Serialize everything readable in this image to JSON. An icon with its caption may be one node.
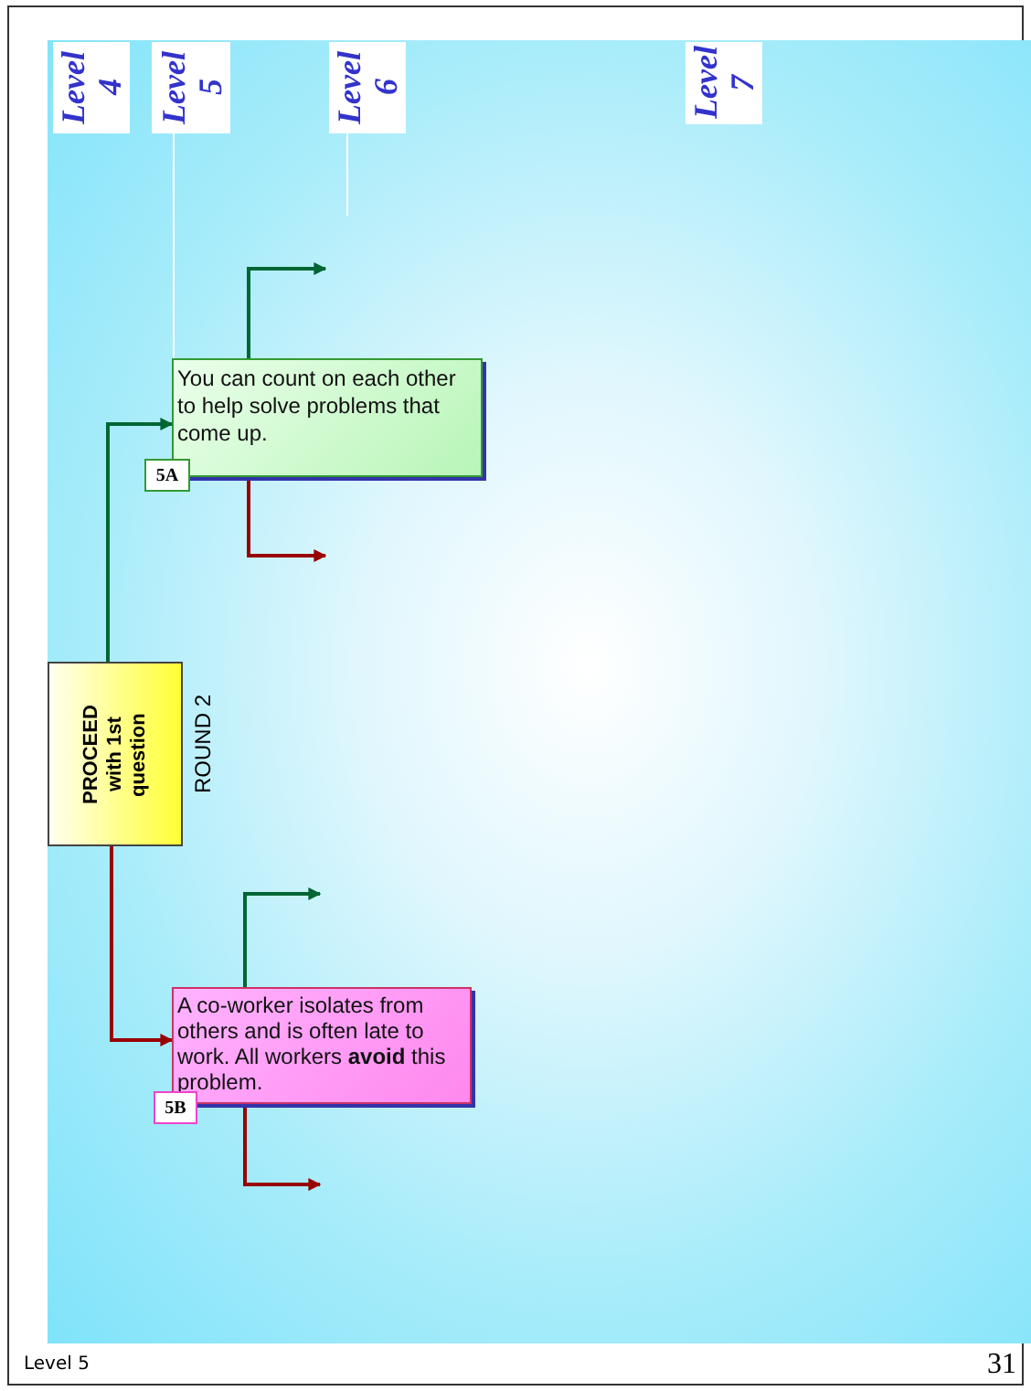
{
  "diagram": {
    "nodes": [
      {
        "text": [
          "Level 4"
        ]
      },
      {
        "text": [
          "Level 5"
        ]
      },
      {
        "text": [
          "Level 6"
        ]
      },
      {
        "text": [
          "Level 7"
        ]
      },
      {
        "text": [
          "You can count on each other to help solve problems that come up."
        ]
      },
      {
        "text": [
          "5A"
        ]
      },
      {
        "text": [
          "PROCEED with 1st question"
        ],
        "beside": [
          "ROUND 2"
        ]
      },
      {
        "text": [
          "A co-worker isolates from others and is often late to work. All workers **avoid** this problem."
        ]
      },
      {
        "text": [
          "5B"
        ]
      }
    ],
    "edges": [
      {
        "from": 6,
        "to": 4,
        "arrow": "to",
        "color": "#006633"
      },
      {
        "from": 6,
        "to": 7,
        "arrow": "to",
        "color": "#990000"
      },
      {
        "from": 4,
        "to": null,
        "arrow": "to",
        "color": "#006633"
      },
      {
        "from": 4,
        "to": null,
        "arrow": "to",
        "color": "#990000"
      },
      {
        "from": 7,
        "to": null,
        "arrow": "to",
        "color": "#006633"
      },
      {
        "from": 7,
        "to": null,
        "arrow": "to",
        "color": "#990000"
      },
      {
        "from": 1,
        "to": 4,
        "arrow": "none",
        "color": "#ffffff"
      },
      {
        "from": 2,
        "to": null,
        "arrow": "none",
        "color": "#ffffff"
      }
    ],
    "labels": [
      "Level 5",
      "31"
    ]
  }
}
